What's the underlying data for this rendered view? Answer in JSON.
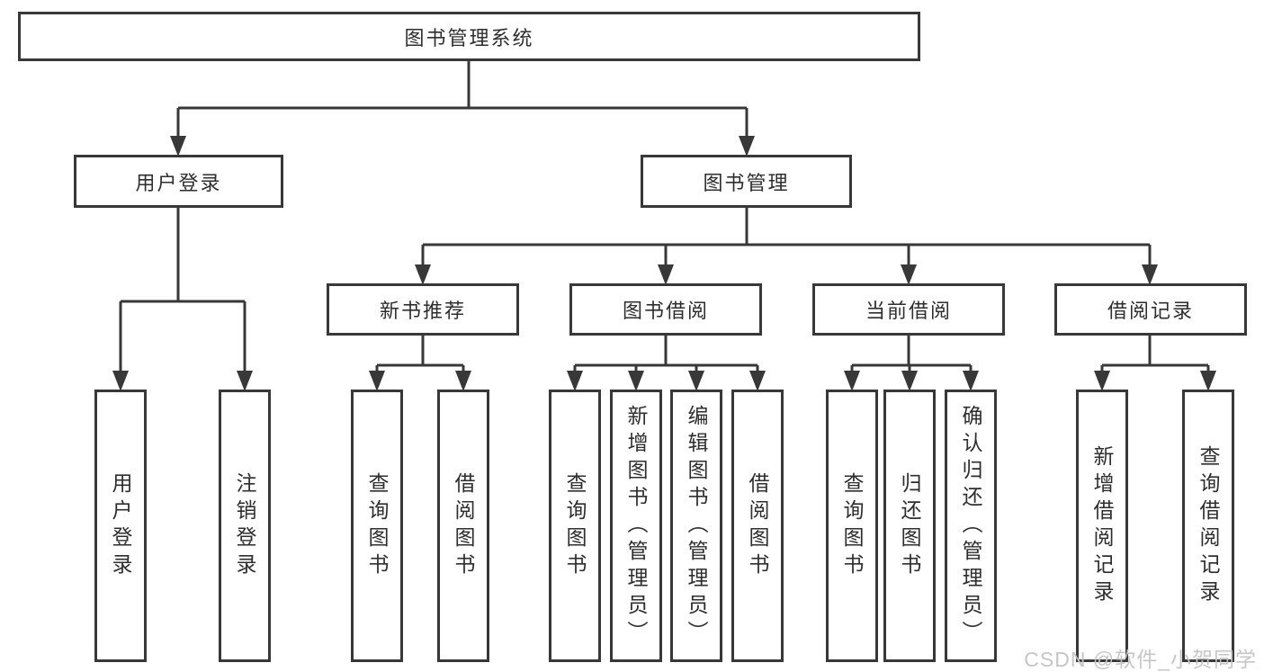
{
  "colors": {
    "line": "#383838",
    "text": "#2e2e2e",
    "watermark": "#c3c3c3"
  },
  "watermark": "CSDN @软件_小贺同学",
  "tree": {
    "root": {
      "label": "图书管理系统",
      "children": [
        {
          "label": "用户登录",
          "children": [
            {
              "label": "用户登录"
            },
            {
              "label": "注销登录"
            }
          ]
        },
        {
          "label": "图书管理",
          "children": [
            {
              "label": "新书推荐",
              "children": [
                {
                  "label": "查询图书"
                },
                {
                  "label": "借阅图书"
                }
              ]
            },
            {
              "label": "图书借阅",
              "children": [
                {
                  "label": "查询图书"
                },
                {
                  "label": "新增图书（管理员）"
                },
                {
                  "label": "编辑图书（管理员）"
                },
                {
                  "label": "借阅图书"
                }
              ]
            },
            {
              "label": "当前借阅",
              "children": [
                {
                  "label": "查询图书"
                },
                {
                  "label": "归还图书"
                },
                {
                  "label": "确认归还（管理员）"
                }
              ]
            },
            {
              "label": "借阅记录",
              "children": [
                {
                  "label": "新增借阅记录"
                },
                {
                  "label": "查询借阅记录"
                }
              ]
            }
          ]
        }
      ]
    }
  }
}
